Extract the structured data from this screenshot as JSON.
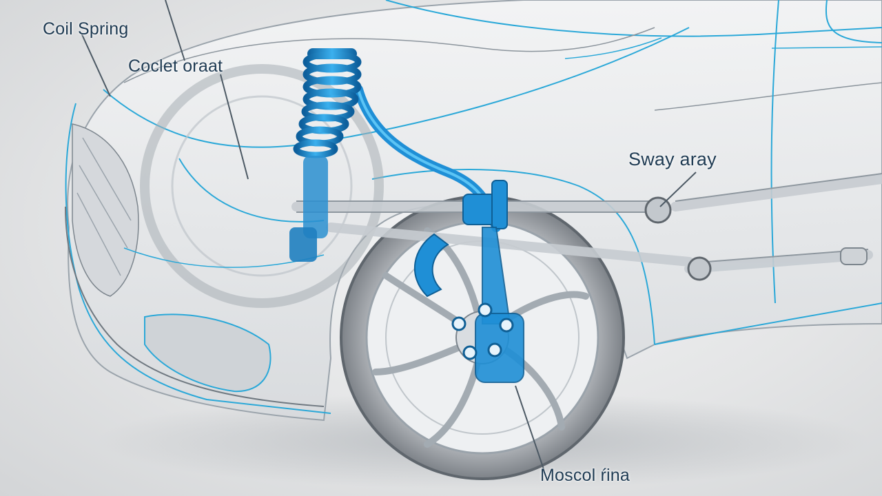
{
  "labels": {
    "top_cut": "",
    "coil_spring": "Coil Spring",
    "coclet_oraat": "Coclet oraat",
    "sway_aray": "Sway aray",
    "moscol_rina": "Moscol ŕina"
  },
  "colors": {
    "accent_blue": "#1f8fd6",
    "outline_cyan": "#2aa8d8",
    "label_text": "#1e3a52",
    "background": "#e6e7e8"
  }
}
